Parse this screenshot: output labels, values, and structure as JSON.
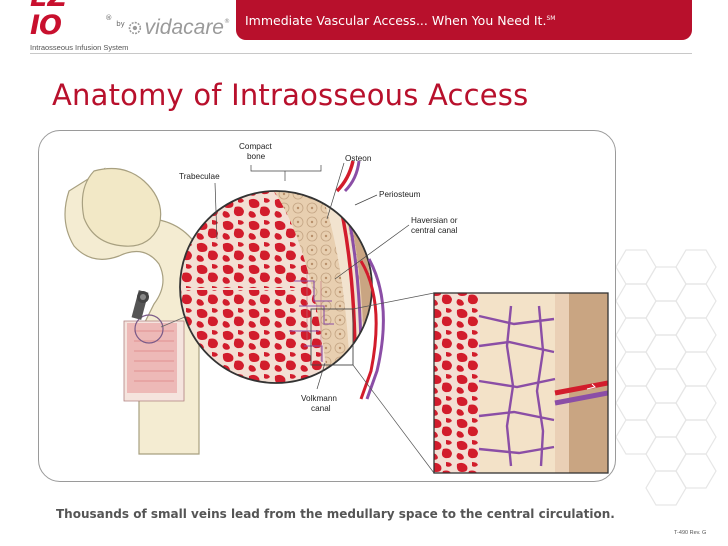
{
  "header": {
    "brand_mark": "EZ-IO",
    "brand_reg": "®",
    "brand_by": "by",
    "brand_partner": "vidacare",
    "brand_partner_tm": "®",
    "brand_sub": "Intraosseous Infusion System",
    "tagline": "Immediate Vascular Access... When You Need It.",
    "tagline_mark": "SM"
  },
  "slide": {
    "title": "Anatomy of Intraosseous Access",
    "caption": "Thousands of small veins lead from the medullary space to the central circulation.",
    "doc_ref": "T-490 Rev. G"
  },
  "figure": {
    "labels": {
      "compact_bone_1": "Compact",
      "compact_bone_2": "bone",
      "osteon": "Osteon",
      "trabeculae": "Trabeculae",
      "periosteum": "Periosteum",
      "haversian_1": "Haversian or",
      "haversian_2": "central canal",
      "volkmann_1": "Volkmann",
      "volkmann_2": "canal"
    }
  },
  "colors": {
    "brand_red": "#b8102c",
    "bone_cream": "#ecd8bd",
    "blood_red": "#d21c2c",
    "vein_purple": "#8b4ea6",
    "periosteum_tan": "#c9a582"
  }
}
